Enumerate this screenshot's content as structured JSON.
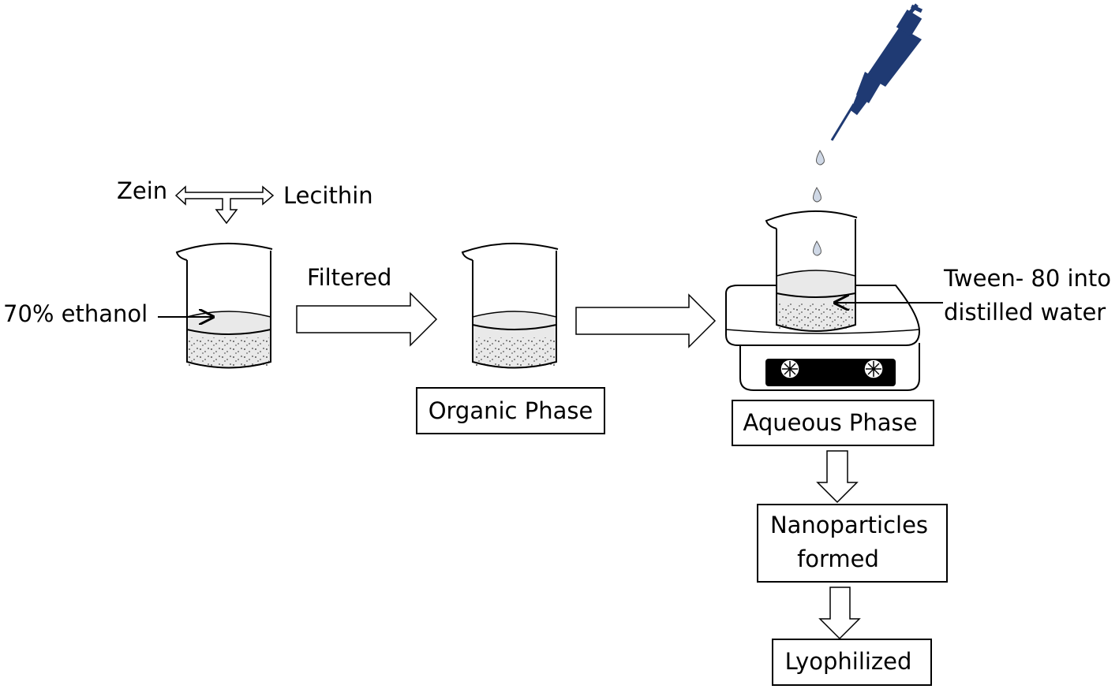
{
  "labels": {
    "zein": "Zein",
    "lecithin": "Lecithin",
    "ethanol": "70% ethanol",
    "filtered": "Filtered",
    "tween_line1": "Tween- 80 into",
    "tween_line2": "distilled water"
  },
  "boxes": {
    "organic": "Organic Phase",
    "aqueous": "Aqueous Phase",
    "nano_line1": "Nanoparticles",
    "nano_line2": "formed",
    "lyophilized": "Lyophilized"
  },
  "colors": {
    "pipette": "#1f3a73",
    "liquid": "#e9e9e9",
    "stroke": "#000000"
  },
  "icons": [
    "beaker",
    "magnetic-stirrer",
    "micropipette",
    "droplet"
  ]
}
